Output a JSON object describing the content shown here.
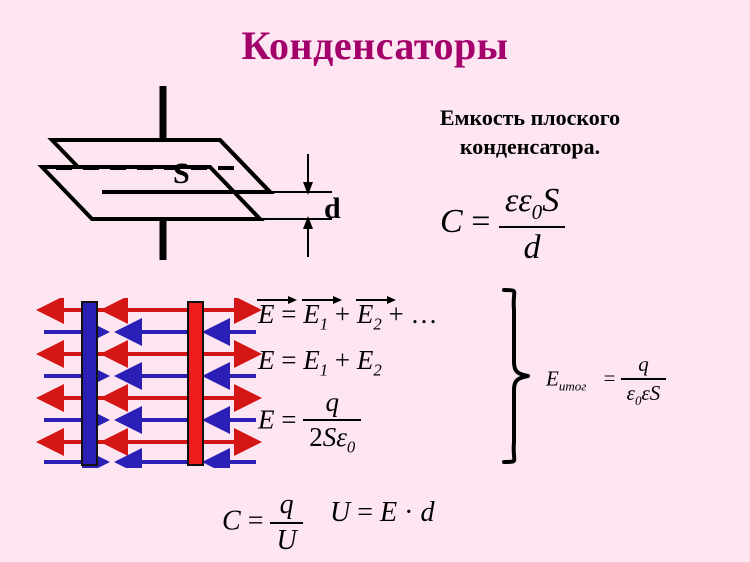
{
  "slide": {
    "title": "Конденсаторы",
    "background_color": "#fde6f2",
    "title_color": "#a3006b"
  },
  "heading": {
    "line1": "Емкость плоского",
    "line2": "конденсатора."
  },
  "capacitor_figure": {
    "area_label": "S",
    "distance_label": "d"
  },
  "field_figure": {
    "negative_plate_color": "#2b1fb5",
    "positive_plate_color": "#ee1c1c",
    "row_count": 8,
    "rows": [
      {
        "color": "red",
        "direction": "outward"
      },
      {
        "color": "blue",
        "direction": "inward"
      },
      {
        "color": "red",
        "direction": "outward"
      },
      {
        "color": "blue",
        "direction": "inward"
      },
      {
        "color": "red",
        "direction": "outward"
      },
      {
        "color": "blue",
        "direction": "inward"
      },
      {
        "color": "red",
        "direction": "outward"
      },
      {
        "color": "blue",
        "direction": "inward"
      }
    ]
  },
  "formulas": {
    "capacitance": {
      "lhs": "C",
      "eq": "=",
      "numerator_eps": "εε",
      "numerator_eps_sub": "0",
      "numerator_area": "S",
      "denominator": "d"
    },
    "vector_sum": {
      "lhs": "E",
      "eq": "=",
      "term1": "E",
      "term1_sub": "1",
      "plus1": "+",
      "term2": "E",
      "term2_sub": "2",
      "plus2": "+",
      "ellipsis": "…"
    },
    "scalar_sum": {
      "lhs": "E",
      "eq": "=",
      "term1": "E",
      "term1_sub": "1",
      "plus": "+",
      "term2": "E",
      "term2_sub": "2"
    },
    "field": {
      "lhs": "E",
      "eq": "=",
      "numerator": "q",
      "denominator_num": "2",
      "denominator_area": "S",
      "denominator_eps": "ε",
      "denominator_eps_sub": "0"
    },
    "total": {
      "lhs": "E",
      "lhs_sub": "итог",
      "eq": "=",
      "numerator": "q",
      "denominator_eps": "ε",
      "denominator_eps_sub": "0",
      "denominator_eps_r": "ε",
      "denominator_area": "S"
    },
    "charge": {
      "lhs": "C",
      "eq": "=",
      "numerator": "q",
      "denominator": "U"
    },
    "voltage": {
      "lhs": "U",
      "eq": "=",
      "rhs_field": "E",
      "dot": "·",
      "rhs_distance": "d"
    }
  }
}
